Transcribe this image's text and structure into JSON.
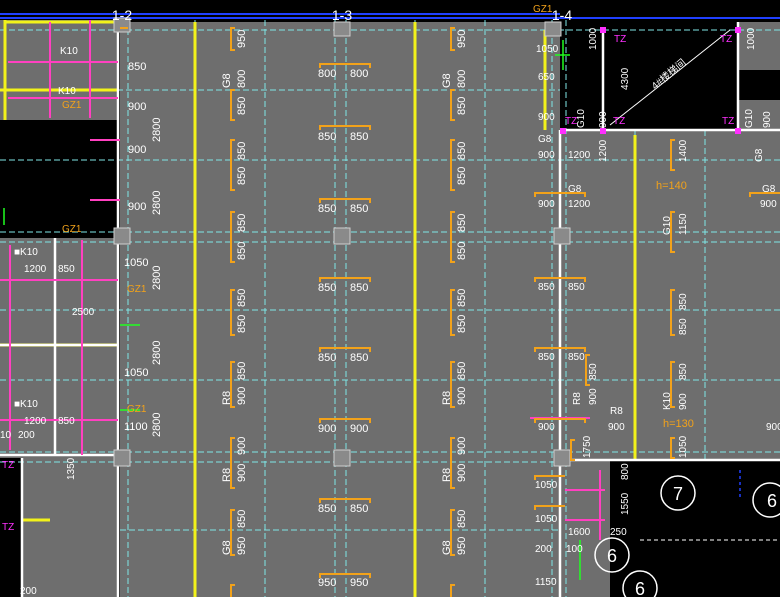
{
  "colors": {
    "background": "#000000",
    "slab": "#6e6e6e",
    "grid_line": "#7fe6e6",
    "beam": "#f2f21a",
    "rebar_top": "#f2a21a",
    "rebar_pink": "#ff40c0",
    "text": "#ffffff",
    "axis_green": "#20ff20",
    "tag_magenta": "#ff30ff",
    "column": "#8a8a8a"
  },
  "axes": {
    "top": [
      "1-2",
      "1-3",
      "1-4"
    ]
  },
  "tags": {
    "gz1": "GZ1",
    "tz": "TZ",
    "k10": "K10",
    "note_stair": "4#楼梯间",
    "h140": "h=140",
    "h130": "h=130"
  },
  "dims": {
    "d2800": "2800",
    "d850": "850",
    "d900": "900",
    "d950": "950",
    "d800": "800",
    "d1050": "1050",
    "d1200": "1200",
    "d1100": "1100",
    "d1000": "1000",
    "d4300": "4300",
    "d1400": "1400",
    "d1150": "1150",
    "d1350": "1350",
    "d1550": "1550",
    "d1600": "1600",
    "d1750": "1750",
    "d2500": "2500",
    "d250": "250",
    "d200": "200",
    "d100": "100",
    "d650": "650",
    "d10": "10"
  },
  "bars": {
    "g8": "G8",
    "g10": "G10",
    "k10": "K10",
    "r8": "R8",
    "k10_2": "■K10"
  },
  "circles": [
    "7",
    "6",
    "6",
    "6"
  ]
}
